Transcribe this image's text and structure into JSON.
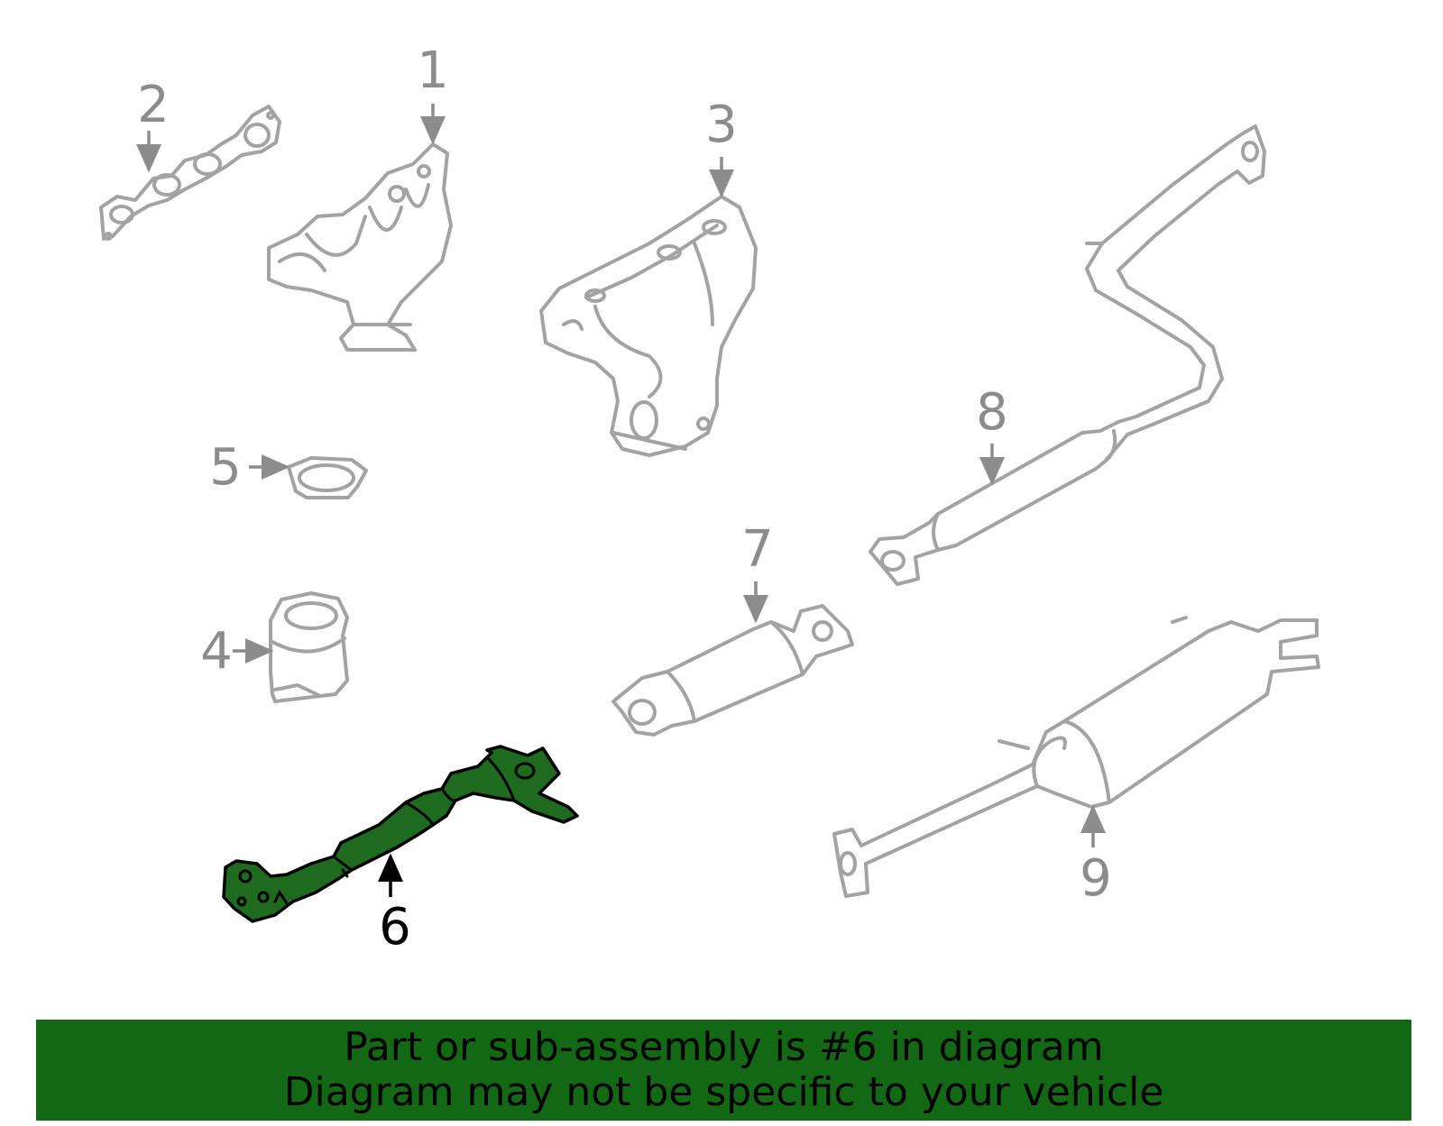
{
  "diagram": {
    "callouts": [
      {
        "id": "1",
        "label": "1"
      },
      {
        "id": "2",
        "label": "2"
      },
      {
        "id": "3",
        "label": "3"
      },
      {
        "id": "4",
        "label": "4"
      },
      {
        "id": "5",
        "label": "5"
      },
      {
        "id": "6",
        "label": "6"
      },
      {
        "id": "7",
        "label": "7"
      },
      {
        "id": "8",
        "label": "8"
      },
      {
        "id": "9",
        "label": "9"
      }
    ],
    "highlighted_part": "6"
  },
  "banner": {
    "line1": "Part or sub-assembly is #6 in diagram",
    "line2": "Diagram may not be specific to your vehicle"
  },
  "colors": {
    "banner_bg": "#136913",
    "highlight_fill": "#1e6a1e",
    "part_stroke": "#a3a3a3",
    "callout_text": "#8c8c8c",
    "highlight_text": "#000000"
  }
}
